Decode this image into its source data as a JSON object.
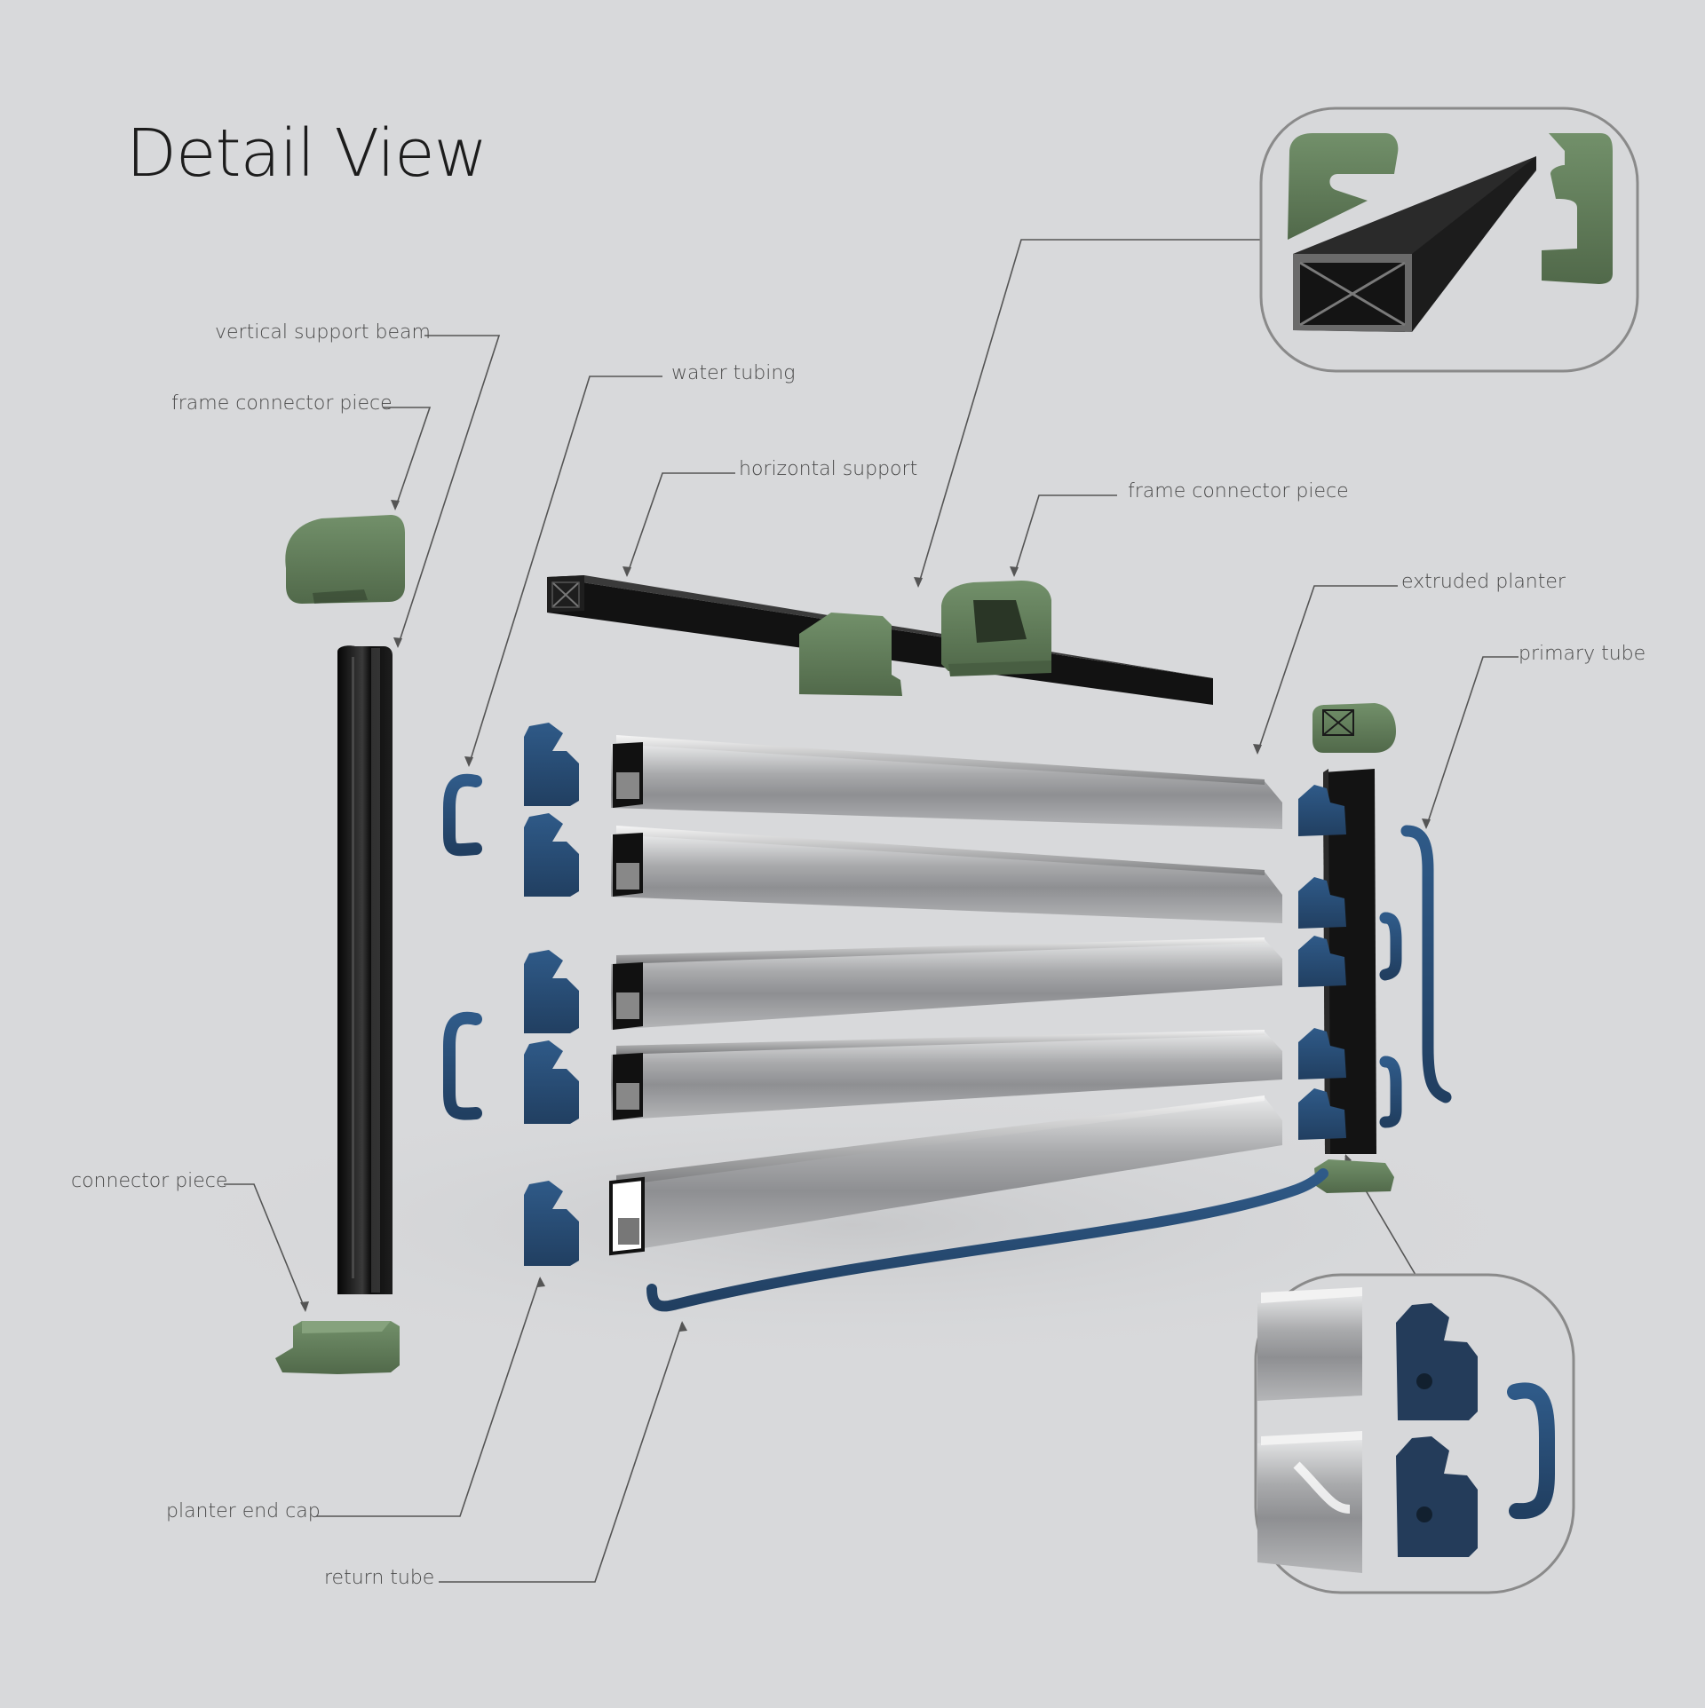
{
  "title": "Detail View",
  "labels": {
    "vertical_support_beam": "vertical support beam",
    "frame_connector_left": "frame connector piece",
    "water_tubing": "water tubing",
    "horizontal_support": "horizontal support",
    "frame_connector_right": "frame connector piece",
    "extruded_planter": "extruded planter",
    "primary_tube": "primary tube",
    "connector_piece": "connector piece",
    "planter_end_cap": "planter end cap",
    "return_tube": "return tube"
  },
  "colors": {
    "background": "#d8d9db",
    "green_part": "#5f7a56",
    "blue_part": "#2a4f78",
    "black_part": "#141414",
    "aluminum": "#b8b9bb",
    "leader_line": "#555555"
  }
}
